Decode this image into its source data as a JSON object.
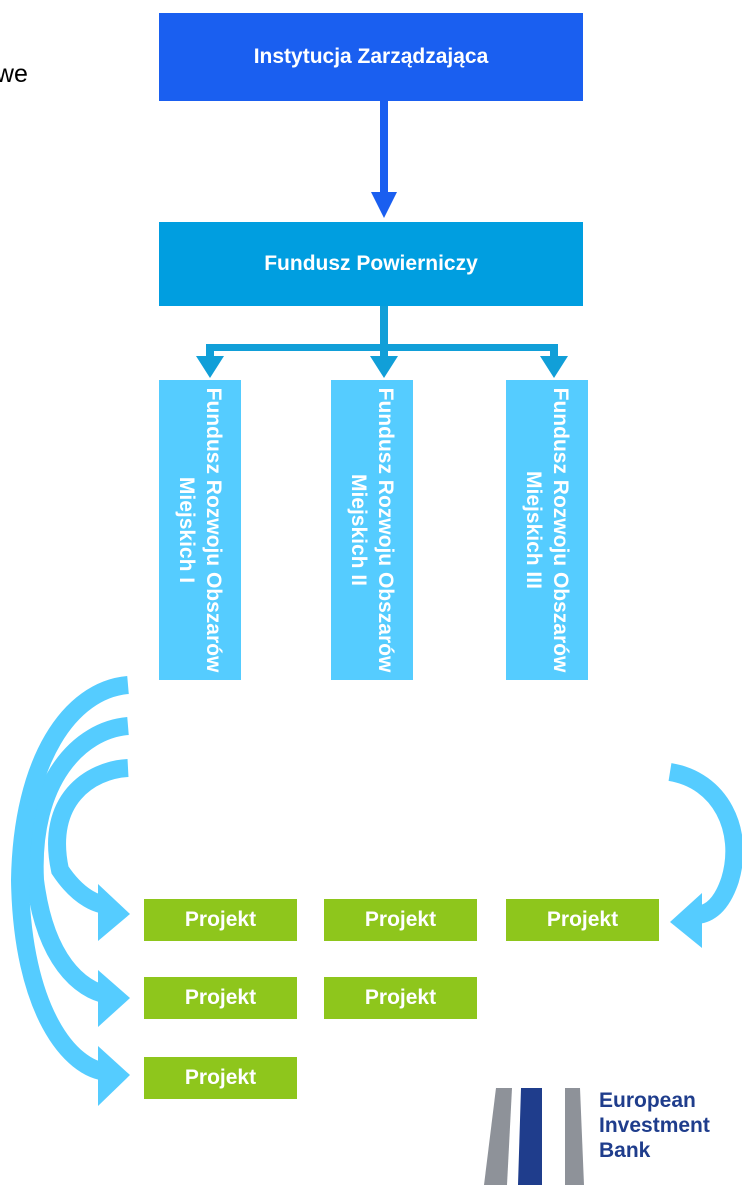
{
  "left_fragment": "owe",
  "managing_institution": "Instytucja Zarządzająca",
  "trust_fund": "Fundusz Powierniczy",
  "urban_funds": [
    {
      "line1": "Fundusz Rozwoju Obszarów",
      "line2": "Miejskich I"
    },
    {
      "line1": "Fundusz Rozwoju Obszarów",
      "line2": "Miejskich II"
    },
    {
      "line1": "Fundusz Rozwoju Obszarów",
      "line2": "Miejskich III"
    }
  ],
  "project_label": "Projekt",
  "logo": {
    "line1": "European",
    "line2": "Investment",
    "line3": "Bank"
  },
  "colors": {
    "managing_box": "#1a5ff0",
    "trust_box": "#009ee0",
    "fund_box": "#55ccff",
    "project_box": "#8ec61c",
    "curved_arrows": "#55ccff",
    "logo_text": "#1f3d8c"
  }
}
